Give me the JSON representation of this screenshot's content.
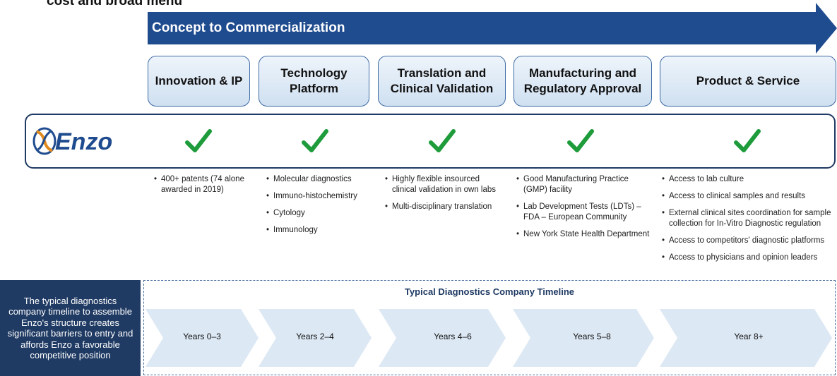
{
  "top_title": "cost and broad menu",
  "arrow_label": "Concept to Commercialization",
  "stages": [
    {
      "label": "Innovation & IP"
    },
    {
      "label": "Technology Platform"
    },
    {
      "label": "Translation and Clinical Validation"
    },
    {
      "label": "Manufacturing and Regulatory Approval"
    },
    {
      "label": "Product & Service"
    }
  ],
  "logo_text": "Enzo",
  "colors": {
    "navy": "#1f3a63",
    "arrow_blue": "#1f4b8f",
    "check_green": "#1e9b3a",
    "stage_border": "#3d6aa3",
    "chevron_fill": "#dce8f4"
  },
  "check_icon": "check-icon",
  "bullets": [
    [
      "400+ patents (74 alone awarded in 2019)"
    ],
    [
      "Molecular diagnostics",
      "Immuno-histochemistry",
      "Cytology",
      "Immunology"
    ],
    [
      "Highly flexible insourced clinical validation in own labs",
      "Multi-disciplinary translation"
    ],
    [
      "Good Manufacturing Practice (GMP) facility",
      "Lab Development Tests (LDTs) – FDA – European Community",
      "New York State Health Department"
    ],
    [
      "Access to lab culture",
      "Access to clinical samples and results",
      "External clinical sites coordination for sample collection for In-Vitro Diagnostic regulation",
      "Access to competitors' diagnostic platforms",
      "Access to physicians and opinion leaders"
    ]
  ],
  "sidebox_text": "The typical diagnostics company timeline to assemble Enzo's structure creates significant barriers to entry and affords Enzo a favorable competitive position",
  "timeline": {
    "title": "Typical Diagnostics Company Timeline",
    "steps": [
      "Years 0–3",
      "Years 2–4",
      "Years 4–6",
      "Years 5–8",
      "Year 8+"
    ]
  }
}
